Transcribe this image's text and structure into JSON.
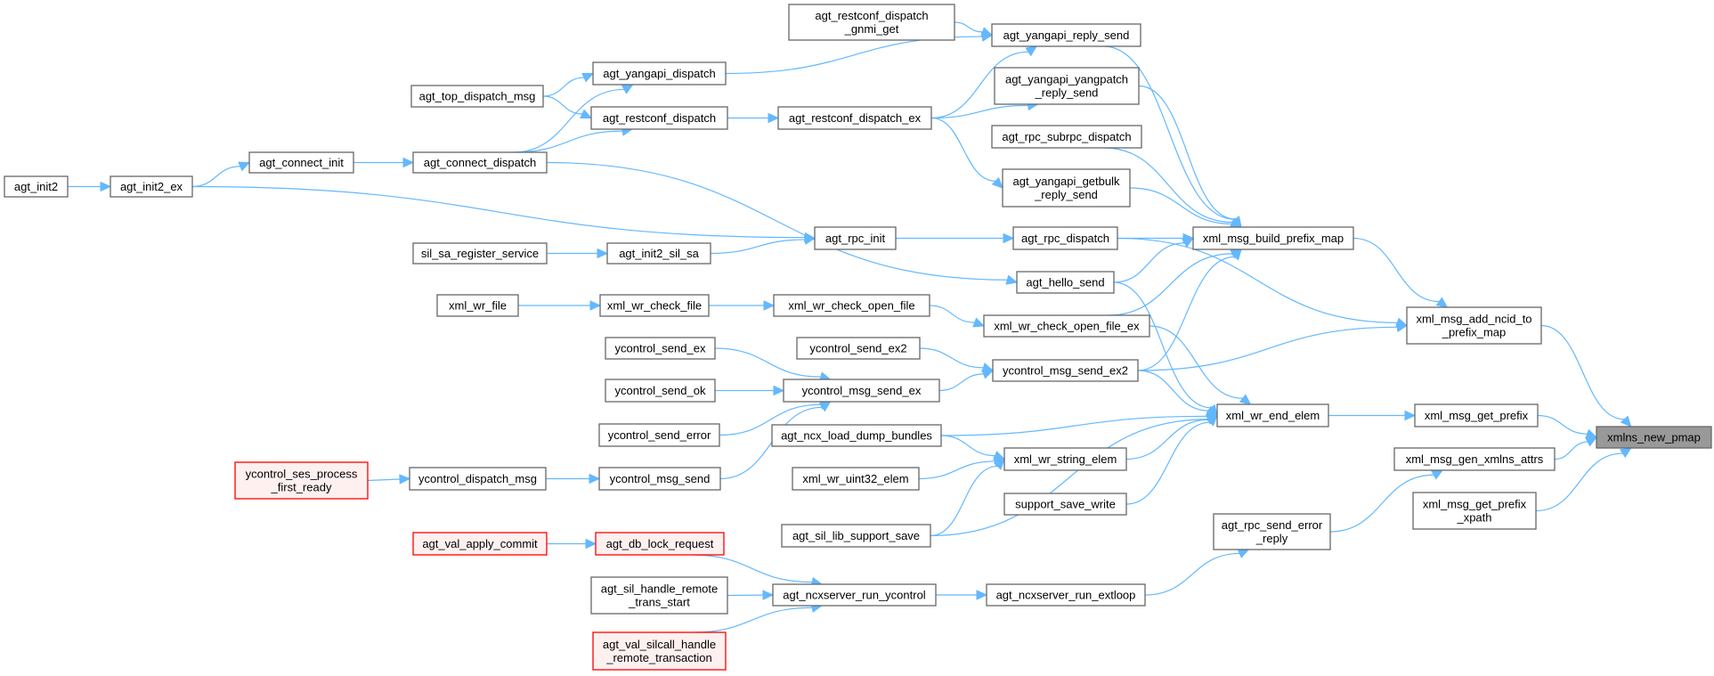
{
  "title": "xmlns_new_pmap caller graph",
  "colors": {
    "edge": "#63b8ff",
    "node_border": "#666666",
    "focus_fill": "#999999",
    "red_border": "#ff0000",
    "red_fill": "#fff0f0"
  },
  "nodes": [
    {
      "id": "agt_init2",
      "lines": [
        "agt_init2"
      ],
      "style": "normal"
    },
    {
      "id": "agt_init2_ex",
      "lines": [
        "agt_init2_ex"
      ],
      "style": "normal"
    },
    {
      "id": "agt_connect_init",
      "lines": [
        "agt_connect_init"
      ],
      "style": "normal"
    },
    {
      "id": "agt_connect_dispatch",
      "lines": [
        "agt_connect_dispatch"
      ],
      "style": "normal"
    },
    {
      "id": "agt_top_dispatch_msg",
      "lines": [
        "agt_top_dispatch_msg"
      ],
      "style": "normal"
    },
    {
      "id": "agt_yangapi_dispatch",
      "lines": [
        "agt_yangapi_dispatch"
      ],
      "style": "normal"
    },
    {
      "id": "agt_restconf_dispatch",
      "lines": [
        "agt_restconf_dispatch"
      ],
      "style": "normal"
    },
    {
      "id": "agt_restconf_dispatch_ex",
      "lines": [
        "agt_restconf_dispatch_ex"
      ],
      "style": "normal"
    },
    {
      "id": "agt_restconf_dispatch_gnmi_get",
      "lines": [
        "agt_restconf_dispatch",
        "_gnmi_get"
      ],
      "style": "normal"
    },
    {
      "id": "agt_yangapi_reply_send",
      "lines": [
        "agt_yangapi_reply_send"
      ],
      "style": "normal"
    },
    {
      "id": "agt_yangapi_yangpatch_reply_send",
      "lines": [
        "agt_yangapi_yangpatch",
        "_reply_send"
      ],
      "style": "normal"
    },
    {
      "id": "agt_rpc_subrpc_dispatch",
      "lines": [
        "agt_rpc_subrpc_dispatch"
      ],
      "style": "normal"
    },
    {
      "id": "agt_yangapi_getbulk_reply_send",
      "lines": [
        "agt_yangapi_getbulk",
        "_reply_send"
      ],
      "style": "normal"
    },
    {
      "id": "agt_rpc_dispatch",
      "lines": [
        "agt_rpc_dispatch"
      ],
      "style": "normal"
    },
    {
      "id": "xml_msg_build_prefix_map",
      "lines": [
        "xml_msg_build_prefix_map"
      ],
      "style": "normal"
    },
    {
      "id": "agt_rpc_init",
      "lines": [
        "agt_rpc_init"
      ],
      "style": "normal"
    },
    {
      "id": "sil_sa_register_service",
      "lines": [
        "sil_sa_register_service"
      ],
      "style": "normal"
    },
    {
      "id": "agt_init2_sil_sa",
      "lines": [
        "agt_init2_sil_sa"
      ],
      "style": "normal"
    },
    {
      "id": "agt_hello_send",
      "lines": [
        "agt_hello_send"
      ],
      "style": "normal"
    },
    {
      "id": "xml_wr_file",
      "lines": [
        "xml_wr_file"
      ],
      "style": "normal"
    },
    {
      "id": "xml_wr_check_file",
      "lines": [
        "xml_wr_check_file"
      ],
      "style": "normal"
    },
    {
      "id": "xml_wr_check_open_file",
      "lines": [
        "xml_wr_check_open_file"
      ],
      "style": "normal"
    },
    {
      "id": "xml_wr_check_open_file_ex",
      "lines": [
        "xml_wr_check_open_file_ex"
      ],
      "style": "normal"
    },
    {
      "id": "xml_msg_add_ncid_to_prefix_map",
      "lines": [
        "xml_msg_add_ncid_to",
        "_prefix_map"
      ],
      "style": "normal"
    },
    {
      "id": "ycontrol_send_ex",
      "lines": [
        "ycontrol_send_ex"
      ],
      "style": "normal"
    },
    {
      "id": "ycontrol_send_ex2",
      "lines": [
        "ycontrol_send_ex2"
      ],
      "style": "normal"
    },
    {
      "id": "ycontrol_msg_send_ex2",
      "lines": [
        "ycontrol_msg_send_ex2"
      ],
      "style": "normal"
    },
    {
      "id": "ycontrol_send_ok",
      "lines": [
        "ycontrol_send_ok"
      ],
      "style": "normal"
    },
    {
      "id": "ycontrol_msg_send_ex",
      "lines": [
        "ycontrol_msg_send_ex"
      ],
      "style": "normal"
    },
    {
      "id": "xml_wr_end_elem",
      "lines": [
        "xml_wr_end_elem"
      ],
      "style": "normal"
    },
    {
      "id": "xml_msg_get_prefix",
      "lines": [
        "xml_msg_get_prefix"
      ],
      "style": "normal"
    },
    {
      "id": "xmlns_new_pmap",
      "lines": [
        "xmlns_new_pmap"
      ],
      "style": "focus"
    },
    {
      "id": "agt_ncx_load_dump_bundles",
      "lines": [
        "agt_ncx_load_dump_bundles"
      ],
      "style": "normal"
    },
    {
      "id": "ycontrol_send_error",
      "lines": [
        "ycontrol_send_error"
      ],
      "style": "normal"
    },
    {
      "id": "xml_msg_gen_xmlns_attrs",
      "lines": [
        "xml_msg_gen_xmlns_attrs"
      ],
      "style": "normal"
    },
    {
      "id": "xml_wr_string_elem",
      "lines": [
        "xml_wr_string_elem"
      ],
      "style": "normal"
    },
    {
      "id": "ycontrol_dispatch_msg",
      "lines": [
        "ycontrol_dispatch_msg"
      ],
      "style": "normal"
    },
    {
      "id": "ycontrol_msg_send",
      "lines": [
        "ycontrol_msg_send"
      ],
      "style": "normal"
    },
    {
      "id": "ycontrol_ses_process_first_ready",
      "lines": [
        "ycontrol_ses_process",
        "_first_ready"
      ],
      "style": "red"
    },
    {
      "id": "xml_wr_uint32_elem",
      "lines": [
        "xml_wr_uint32_elem"
      ],
      "style": "normal"
    },
    {
      "id": "support_save_write",
      "lines": [
        "support_save_write"
      ],
      "style": "normal"
    },
    {
      "id": "xml_msg_get_prefix_xpath",
      "lines": [
        "xml_msg_get_prefix",
        "_xpath"
      ],
      "style": "normal"
    },
    {
      "id": "agt_rpc_send_error_reply",
      "lines": [
        "agt_rpc_send_error",
        "_reply"
      ],
      "style": "normal"
    },
    {
      "id": "agt_sil_lib_support_save",
      "lines": [
        "agt_sil_lib_support_save"
      ],
      "style": "normal"
    },
    {
      "id": "agt_val_apply_commit",
      "lines": [
        "agt_val_apply_commit"
      ],
      "style": "red"
    },
    {
      "id": "agt_db_lock_request",
      "lines": [
        "agt_db_lock_request"
      ],
      "style": "red"
    },
    {
      "id": "agt_sil_handle_remote_trans_start",
      "lines": [
        "agt_sil_handle_remote",
        "_trans_start"
      ],
      "style": "normal"
    },
    {
      "id": "agt_ncxserver_run_ycontrol",
      "lines": [
        "agt_ncxserver_run_ycontrol"
      ],
      "style": "normal"
    },
    {
      "id": "agt_ncxserver_run_extloop",
      "lines": [
        "agt_ncxserver_run_extloop"
      ],
      "style": "normal"
    },
    {
      "id": "agt_val_silcall_handle_remote_transaction",
      "lines": [
        "agt_val_silcall_handle",
        "_remote_transaction"
      ],
      "style": "red"
    }
  ],
  "edges": [
    [
      "agt_init2",
      "agt_init2_ex"
    ],
    [
      "agt_init2_ex",
      "agt_connect_init"
    ],
    [
      "agt_init2_ex",
      "agt_rpc_init"
    ],
    [
      "agt_connect_init",
      "agt_connect_dispatch"
    ],
    [
      "agt_connect_dispatch",
      "agt_yangapi_dispatch"
    ],
    [
      "agt_connect_dispatch",
      "agt_restconf_dispatch"
    ],
    [
      "agt_connect_dispatch",
      "agt_hello_send"
    ],
    [
      "agt_top_dispatch_msg",
      "agt_yangapi_dispatch"
    ],
    [
      "agt_top_dispatch_msg",
      "agt_restconf_dispatch"
    ],
    [
      "agt_yangapi_dispatch",
      "agt_yangapi_reply_send"
    ],
    [
      "agt_restconf_dispatch",
      "agt_restconf_dispatch_ex"
    ],
    [
      "agt_restconf_dispatch_ex",
      "agt_yangapi_reply_send"
    ],
    [
      "agt_restconf_dispatch_ex",
      "agt_yangapi_yangpatch_reply_send"
    ],
    [
      "agt_restconf_dispatch_ex",
      "agt_yangapi_getbulk_reply_send"
    ],
    [
      "agt_restconf_dispatch_gnmi_get",
      "agt_yangapi_reply_send"
    ],
    [
      "agt_yangapi_reply_send",
      "xml_msg_build_prefix_map"
    ],
    [
      "agt_yangapi_yangpatch_reply_send",
      "xml_msg_build_prefix_map"
    ],
    [
      "agt_rpc_subrpc_dispatch",
      "xml_msg_build_prefix_map"
    ],
    [
      "agt_yangapi_getbulk_reply_send",
      "xml_msg_build_prefix_map"
    ],
    [
      "agt_rpc_dispatch",
      "xml_msg_build_prefix_map"
    ],
    [
      "agt_rpc_dispatch",
      "xml_msg_add_ncid_to_prefix_map"
    ],
    [
      "agt_rpc_init",
      "agt_rpc_dispatch"
    ],
    [
      "sil_sa_register_service",
      "agt_init2_sil_sa"
    ],
    [
      "agt_init2_sil_sa",
      "agt_rpc_init"
    ],
    [
      "agt_hello_send",
      "xml_msg_build_prefix_map"
    ],
    [
      "agt_hello_send",
      "xml_wr_end_elem"
    ],
    [
      "xml_wr_file",
      "xml_wr_check_file"
    ],
    [
      "xml_wr_check_file",
      "xml_wr_check_open_file"
    ],
    [
      "xml_wr_check_open_file",
      "xml_wr_check_open_file_ex"
    ],
    [
      "xml_wr_check_open_file_ex",
      "xml_msg_build_prefix_map"
    ],
    [
      "xml_wr_check_open_file_ex",
      "xml_wr_end_elem"
    ],
    [
      "ycontrol_send_ex",
      "ycontrol_msg_send_ex"
    ],
    [
      "ycontrol_send_ok",
      "ycontrol_msg_send_ex"
    ],
    [
      "ycontrol_send_error",
      "ycontrol_msg_send_ex"
    ],
    [
      "ycontrol_msg_send",
      "ycontrol_msg_send_ex"
    ],
    [
      "ycontrol_send_ex2",
      "ycontrol_msg_send_ex2"
    ],
    [
      "ycontrol_msg_send_ex",
      "ycontrol_msg_send_ex2"
    ],
    [
      "ycontrol_msg_send_ex2",
      "xml_msg_build_prefix_map"
    ],
    [
      "ycontrol_msg_send_ex2",
      "xml_msg_add_ncid_to_prefix_map"
    ],
    [
      "ycontrol_msg_send_ex2",
      "xml_wr_end_elem"
    ],
    [
      "xml_msg_build_prefix_map",
      "xml_msg_add_ncid_to_prefix_map"
    ],
    [
      "xml_msg_add_ncid_to_prefix_map",
      "xmlns_new_pmap"
    ],
    [
      "xml_wr_end_elem",
      "xml_msg_get_prefix"
    ],
    [
      "xml_msg_get_prefix",
      "xmlns_new_pmap"
    ],
    [
      "xml_msg_gen_xmlns_attrs",
      "xmlns_new_pmap"
    ],
    [
      "xml_msg_get_prefix_xpath",
      "xmlns_new_pmap"
    ],
    [
      "agt_ncx_load_dump_bundles",
      "xml_wr_end_elem"
    ],
    [
      "agt_ncx_load_dump_bundles",
      "xml_wr_string_elem"
    ],
    [
      "xml_wr_string_elem",
      "xml_wr_end_elem"
    ],
    [
      "xml_wr_uint32_elem",
      "xml_wr_string_elem"
    ],
    [
      "support_save_write",
      "xml_wr_end_elem"
    ],
    [
      "agt_sil_lib_support_save",
      "xml_wr_string_elem"
    ],
    [
      "agt_sil_lib_support_save",
      "xml_wr_end_elem"
    ],
    [
      "ycontrol_ses_process_first_ready",
      "ycontrol_dispatch_msg"
    ],
    [
      "ycontrol_dispatch_msg",
      "ycontrol_msg_send"
    ],
    [
      "agt_rpc_send_error_reply",
      "xml_msg_gen_xmlns_attrs"
    ],
    [
      "agt_val_apply_commit",
      "agt_db_lock_request"
    ],
    [
      "agt_db_lock_request",
      "agt_ncxserver_run_ycontrol"
    ],
    [
      "agt_sil_handle_remote_trans_start",
      "agt_ncxserver_run_ycontrol"
    ],
    [
      "agt_val_silcall_handle_remote_transaction",
      "agt_ncxserver_run_ycontrol"
    ],
    [
      "agt_ncxserver_run_ycontrol",
      "agt_ncxserver_run_extloop"
    ],
    [
      "agt_ncxserver_run_extloop",
      "agt_rpc_send_error_reply"
    ]
  ]
}
